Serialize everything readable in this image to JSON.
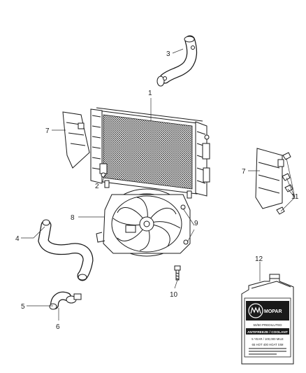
{
  "callouts": {
    "c1": "1",
    "c2": "2",
    "c3": "3",
    "c4": "4",
    "c5": "5",
    "c6": "6",
    "c7a": "7",
    "c7b": "7",
    "c8": "8",
    "c9": "9",
    "c10": "10",
    "c11": "11",
    "c12": "12"
  },
  "jug_label": {
    "brand": "MOPAR",
    "line1": "50/50 PREDILUTED",
    "line2": "ANTIFREEZE / COOLANT",
    "line3": "5 YEAR / 100,000 MILE",
    "line4": "65 HOT 400 HOAT SIM"
  }
}
